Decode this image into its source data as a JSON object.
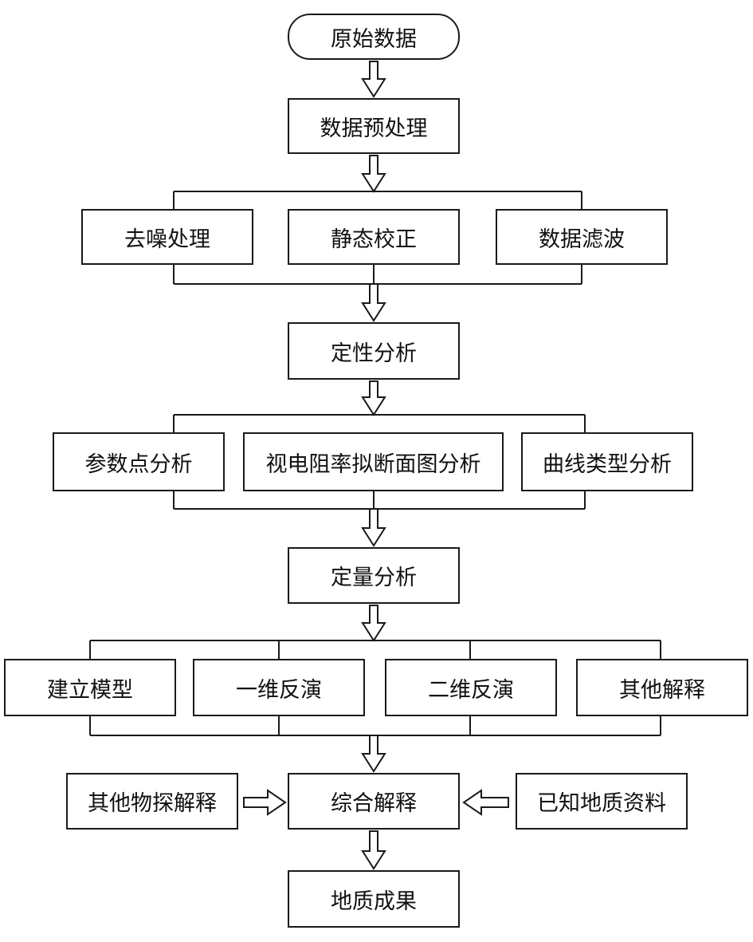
{
  "flowchart": {
    "start": "原始数据",
    "preprocess": {
      "title": "数据预处理",
      "steps": [
        "去噪处理",
        "静态校正",
        "数据滤波"
      ]
    },
    "qualitative": {
      "title": "定性分析",
      "steps": [
        "参数点分析",
        "视电阻率拟断面图分析",
        "曲线类型分析"
      ]
    },
    "quantitative": {
      "title": "定量分析",
      "steps": [
        "建立模型",
        "一维反演",
        "二维反演",
        "其他解释"
      ]
    },
    "integrated": {
      "title": "综合解释",
      "left_input": "其他物探解释",
      "right_input": "已知地质资料"
    },
    "result": "地质成果"
  }
}
